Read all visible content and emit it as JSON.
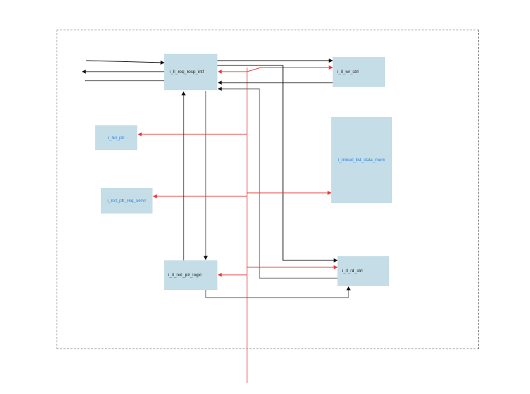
{
  "diagram": {
    "colors": {
      "block_fill": "#c5dde6",
      "black_wire": "#111111",
      "gray_wire": "#7f7f7f",
      "red_wire": "#e23b3b",
      "link_text": "#2a7ee0",
      "frame": "#8a8a8a"
    },
    "blocks": {
      "req_resp_intf": "i_ll_req_resp_intf",
      "wr_ctrl": "i_ll_wr_ctrl",
      "hd_ptr": "i_hd_ptr",
      "linked_list_data_mem": "i_linked_list_data_mem",
      "nxt_ptr_req_servr": "i_nxt_ptr_req_servr",
      "nxt_ptr_logic": "i_ll_nxt_ptr_logic",
      "rd_ctrl": "i_ll_rd_ctrl"
    }
  }
}
